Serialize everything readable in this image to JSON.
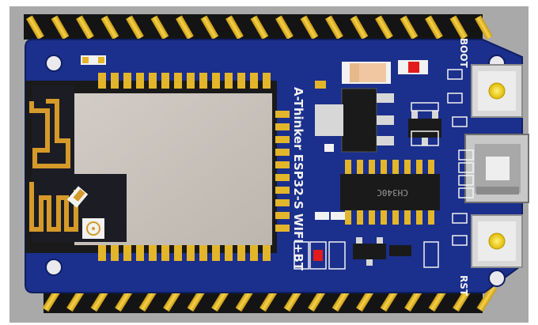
{
  "board": {
    "module_label": "A-Thinker ESP32-S WIFI+BT",
    "boot_label": "BOOT",
    "rst_label": "RST",
    "chip_label": "CH340C",
    "colors": {
      "background": "#a9a9a9",
      "pcb": "#1b2f8c",
      "gold": "#e3b52a",
      "header_black": "#141414",
      "shield": "#c8c2bb",
      "antenna": "#d59a2a"
    }
  }
}
